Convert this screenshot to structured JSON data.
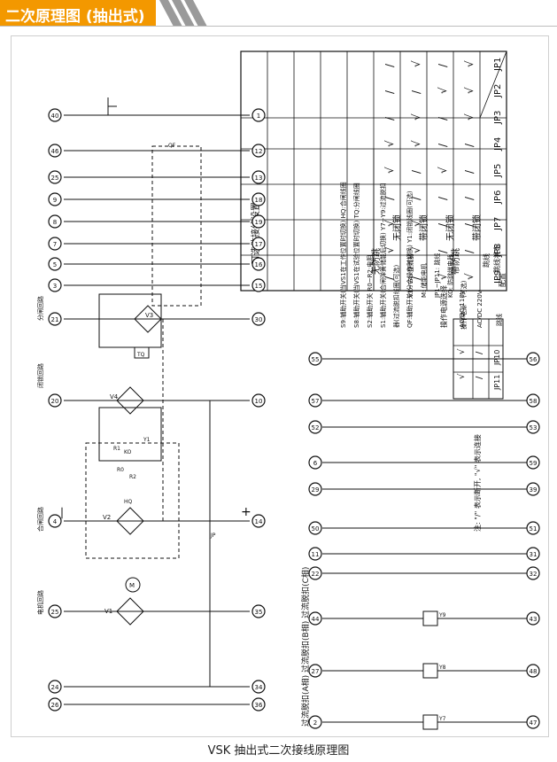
{
  "banner": {
    "title": "二次原理图 (抽出式)",
    "accent": "#f39800"
  },
  "caption": "VSK 抽出式二次接线原理图",
  "diagram": {
    "table1": {
      "title": "可选件接线设置:",
      "corner_top": "跳线",
      "corner_mid": "跳线状态",
      "corner_bottom": "配置",
      "columns": [
        "JP1",
        "JP2",
        "JP3",
        "JP4",
        "JP5",
        "JP6",
        "JP7",
        "JP8",
        "JP9"
      ],
      "group1": "带防跳",
      "group2": "无防跳",
      "rows": [
        {
          "label": "带闭锁",
          "marks": [
            "√",
            "√",
            "√",
            "/",
            "/",
            "/",
            "/",
            "/",
            "√"
          ]
        },
        {
          "label": "无闭锁",
          "marks": [
            "/",
            "√",
            "/",
            "/",
            "√",
            "/",
            "/",
            "/",
            "√"
          ]
        },
        {
          "label": "带闭锁",
          "marks": [
            "√",
            "/",
            "√",
            "√",
            "/",
            "/",
            "√",
            "√",
            "/"
          ]
        },
        {
          "label": "无闭锁",
          "marks": [
            "/",
            "/",
            "/",
            "√",
            "√",
            "/",
            "√",
            "√",
            "/"
          ]
        }
      ]
    },
    "notes_left": [
      "S9:辅助开关(当VS1在工作位置时切换) HQ:合闸线圈",
      "S8:辅助开关(当VS1在试验位置时切换) TQ:分闸线圈",
      "S2:辅助开关                      R0~R2:电阻",
      "S1:辅助开关(合闸弹簧储能后切换)    Y7~Y9:过流脱扣",
      "                                  器(过流脱扣线圈(可选)",
      "QF:辅助开关(分合操作时切换)        Y1:闭锁线圈(可选)"
    ],
    "notes_right": [
      "V1~V4: 整流器",
      "M: 储能电机",
      "JP1~JP11: 跳线",
      "KO: 防跳继电器",
      "(可选)"
    ],
    "legend_note": "注: \"/\" 表示断开, \"√\" 表示连接",
    "table2": {
      "title": "操作电源选择",
      "header_corner": "跳线",
      "header_label": "操作电源",
      "columns": [
        "JP10",
        "JP11"
      ],
      "rows": [
        {
          "label": "AC/DC 220V",
          "marks": [
            "/",
            "/"
          ]
        },
        {
          "label": "AC/DC 110V",
          "marks": [
            "√",
            "√"
          ]
        }
      ]
    },
    "circuit_labels": {
      "motor": "电机回路",
      "close": "合闸回路",
      "open_lock": "闭锁回路",
      "trip": "分闸回路",
      "overcurrent": "过流脱扣(A相) 过流脱扣(B相) 过流脱扣(C相)",
      "minus": "—",
      "plus": "+"
    },
    "top_terminals": [
      {
        "top": "40",
        "bottom": "1"
      },
      {
        "top": "46",
        "bottom": "12"
      },
      {
        "top": "25",
        "bottom": "13"
      },
      {
        "top": "9",
        "bottom": "18"
      },
      {
        "top": "8",
        "bottom": "19"
      },
      {
        "top": "7",
        "bottom": "17"
      },
      {
        "top": "5",
        "bottom": "16"
      },
      {
        "top": "3",
        "bottom": "15"
      }
    ],
    "mid_terminals": [
      {
        "top": "21",
        "bottom": "30"
      },
      {
        "top": "20",
        "bottom": "10"
      },
      {
        "top": "4",
        "bottom": "14"
      },
      {
        "top": "25",
        "bottom": "35"
      },
      {
        "top": "24",
        "bottom": "34"
      },
      {
        "top": "26",
        "bottom": "36"
      }
    ],
    "aux_terminals": [
      {
        "top": "55",
        "bottom": "56"
      },
      {
        "top": "57",
        "bottom": "58"
      },
      {
        "top": "52",
        "bottom": "53"
      },
      {
        "top": "6",
        "bottom": "59"
      },
      {
        "top": "29",
        "bottom": "39"
      },
      {
        "top": "50",
        "bottom": "51"
      },
      {
        "top": "11",
        "bottom": "31"
      },
      {
        "top": "22",
        "bottom": "32"
      }
    ],
    "ct_terminals": [
      {
        "top": "44",
        "bottom": "43"
      },
      {
        "top": "27",
        "bottom": "48"
      },
      {
        "top": "2",
        "bottom": "47"
      }
    ],
    "components": {
      "v1": "V1",
      "v2": "V2",
      "v3": "V3",
      "v4": "V4",
      "m": "M",
      "tq": "TQ",
      "hq": "HQ",
      "y1": "Y1",
      "ko": "KO",
      "r0": "R0",
      "r1": "R1",
      "r2": "R2",
      "qf": "QF",
      "y7": "Y7",
      "y8": "Y8",
      "y9": "Y9",
      "jp": "JP"
    }
  }
}
